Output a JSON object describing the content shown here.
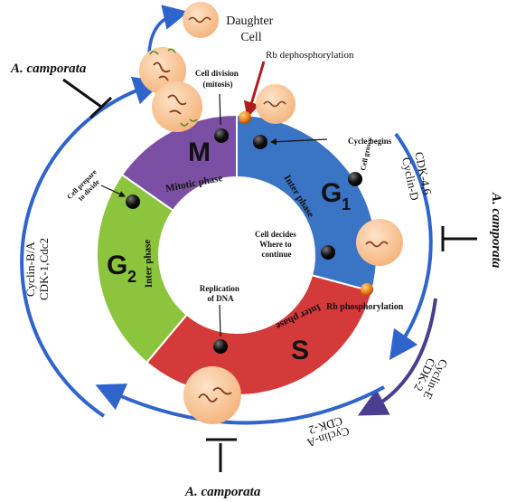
{
  "phases": {
    "m": {
      "letter": "M",
      "name": "Mitotic phase",
      "color": "#7b4fa3"
    },
    "g1": {
      "letter": "G",
      "sub": "1",
      "name": "Inter phase",
      "color": "#3a74c4"
    },
    "s": {
      "letter": "S",
      "name": "Inter phase",
      "color": "#d43a3a"
    },
    "g2": {
      "letter": "G",
      "sub": "2",
      "name": "Inter phase",
      "color": "#8cc43e"
    }
  },
  "checkpoints": {
    "cell_division": [
      "Cell division",
      "(mitosis)"
    ],
    "cycle_begins": "Cycle begins",
    "cell_grows": "Cell grows",
    "cell_decides": [
      "Cell decides",
      "Where to",
      "continue"
    ],
    "replication": [
      "Replication",
      "of DNA"
    ],
    "prepare": [
      "Cell prepare",
      "to divide"
    ]
  },
  "labels": {
    "daughter_cell": [
      "Daughter",
      "Cell"
    ],
    "rb_dephos": "Rb dephosphorylation",
    "rb_phos": "Rb phosphorylation",
    "inhibitor": "A. camporata"
  },
  "cyclins": {
    "g1": [
      "Cyclin-D",
      "CDK-4,6"
    ],
    "g1s": [
      "Cyclin-E",
      "CDK-2"
    ],
    "s": [
      "Cyclin-A",
      "CDK-2"
    ],
    "g2m": [
      "Cyclin-B/A",
      "CDK-1,Cdc2"
    ]
  },
  "colors": {
    "arrow": "#2f64cc",
    "arrow_dark": "#4b3d8f",
    "rb_arrow": "#b01c1c",
    "cell": "#f9c79a",
    "blocker": "#111111"
  }
}
